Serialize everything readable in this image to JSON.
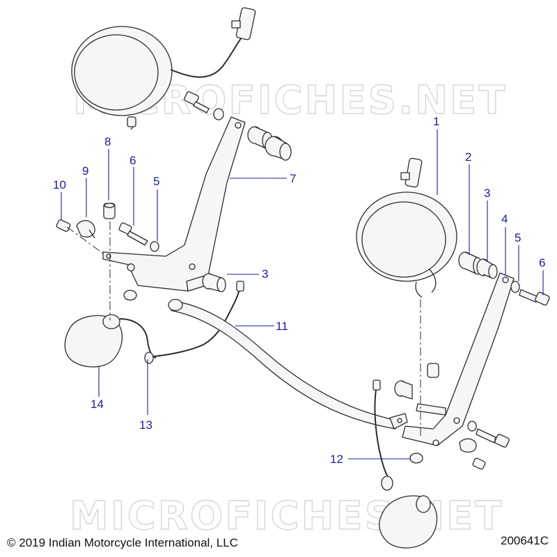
{
  "watermark_text": "MICROFICHES.NET",
  "copyright": "© 2019 Indian Motorcycle International, LLC",
  "diagram_id": "200641C",
  "callouts": [
    "1",
    "2",
    "3",
    "3",
    "4",
    "5",
    "5",
    "6",
    "6",
    "7",
    "8",
    "9",
    "10",
    "11",
    "12",
    "13",
    "14"
  ],
  "colors": {
    "callout": "#1a1aa6",
    "line": "#2b2b2b",
    "part": "#f6f6f6"
  }
}
